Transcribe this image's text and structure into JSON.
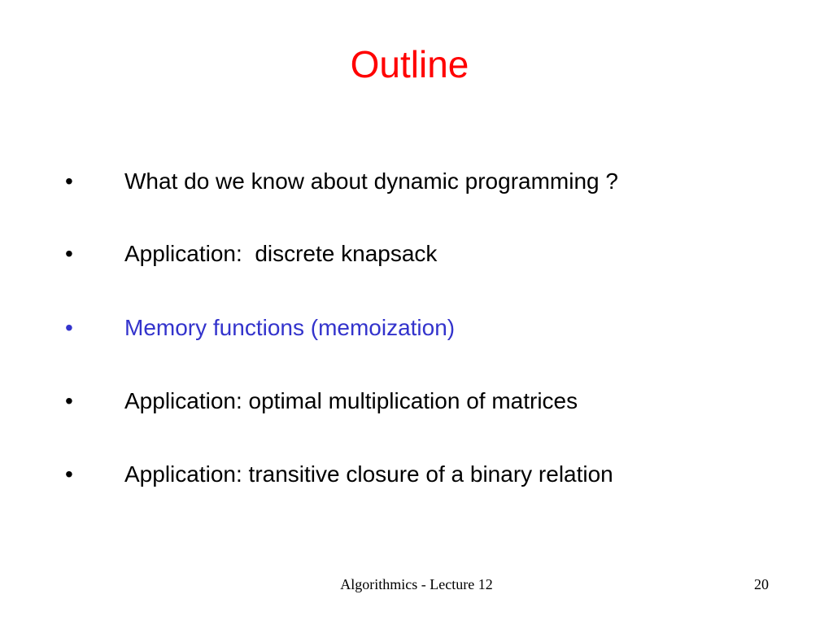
{
  "slide": {
    "title": "Outline",
    "bullet_symbol": "•",
    "bullets": [
      {
        "text": "What do we know about dynamic programming ?"
      },
      {
        "text": "Application:  discrete knapsack"
      },
      {
        "text": "Memory functions (memoization)"
      },
      {
        "text": "Application: optimal multiplication of matrices"
      },
      {
        "text": "Application: transitive closure of a binary relation"
      }
    ]
  },
  "footer": {
    "center_text": "Algorithmics - Lecture 12",
    "page_number": "20"
  },
  "colors": {
    "title": "#ff0000",
    "body_text": "#000000",
    "highlighted_bullet": "#3333cc",
    "background": "#ffffff"
  }
}
